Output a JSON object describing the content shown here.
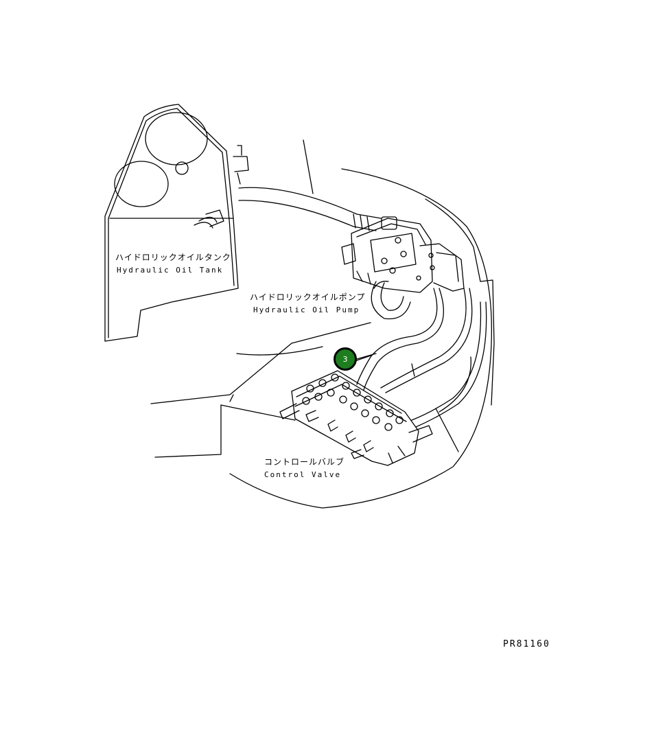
{
  "labels": {
    "tank_jp": "ハイドロリックオイルタンク",
    "tank_en": "Hydraulic Oil Tank",
    "pump_jp": "ハイドロリックオイルポンプ",
    "pump_en": "Hydraulic Oil Pump",
    "valve_jp": "コントロールバルブ",
    "valve_en": "Control Valve"
  },
  "callout": {
    "number": "3",
    "fill_color": "#1e7d1e",
    "text_color": "#ffffff"
  },
  "drawing_code": "PR81160"
}
